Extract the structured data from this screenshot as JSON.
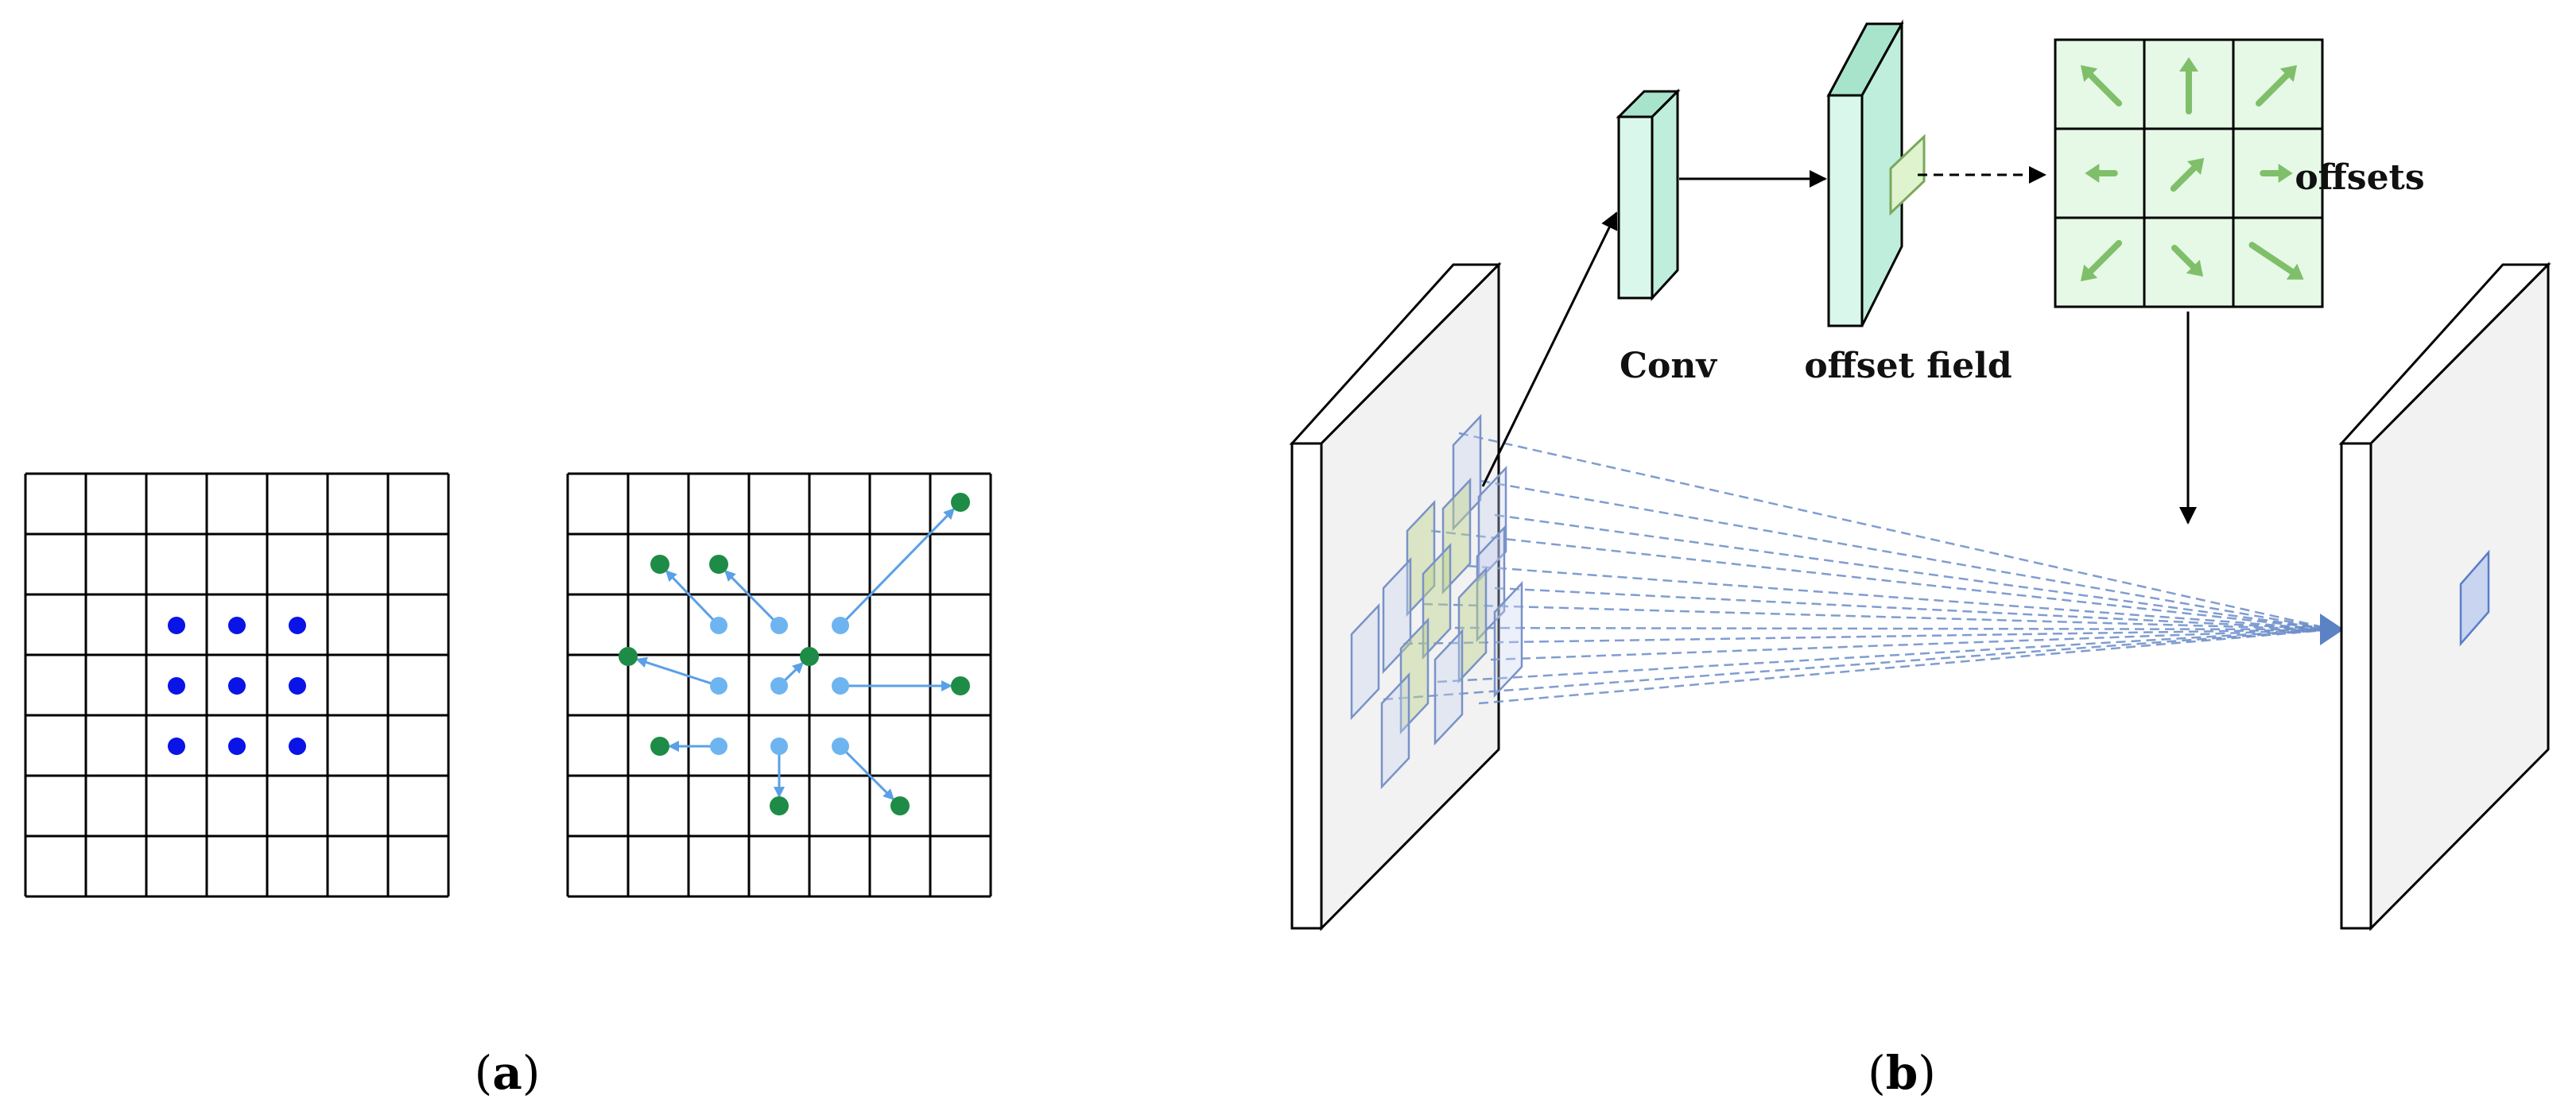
{
  "figure": {
    "panel_a": {
      "letter": "a"
    },
    "panel_b": {
      "letter": "b",
      "labels": {
        "conv": "Conv",
        "offset_field": "offset field",
        "offsets": "offsets"
      }
    }
  },
  "colors": {
    "regular_sample": "#0a14e6",
    "deformed_origin": "#6eb4f0",
    "deformed_target": "#1e8c46",
    "offset_arrow": "#5aa0e6",
    "conv_fill": "#bfeedd",
    "offset_cell_fill": "#e6f8e6",
    "offset_glyph": "#7fbf6a",
    "projection_line": "#6a8cc8",
    "patch_stroke": "#7a92c8",
    "feature_map_fill": "#f2f2f2"
  },
  "icons": {
    "offset_grid": [
      "arrow-up-left-icon",
      "arrow-up-icon",
      "arrow-up-right-icon",
      "arrow-left-icon",
      "arrow-up-right-icon",
      "arrow-right-icon",
      "arrow-down-left-icon",
      "arrow-down-right-icon",
      "arrow-down-right-icon"
    ]
  },
  "grid": {
    "rows": 7,
    "cols": 7
  }
}
